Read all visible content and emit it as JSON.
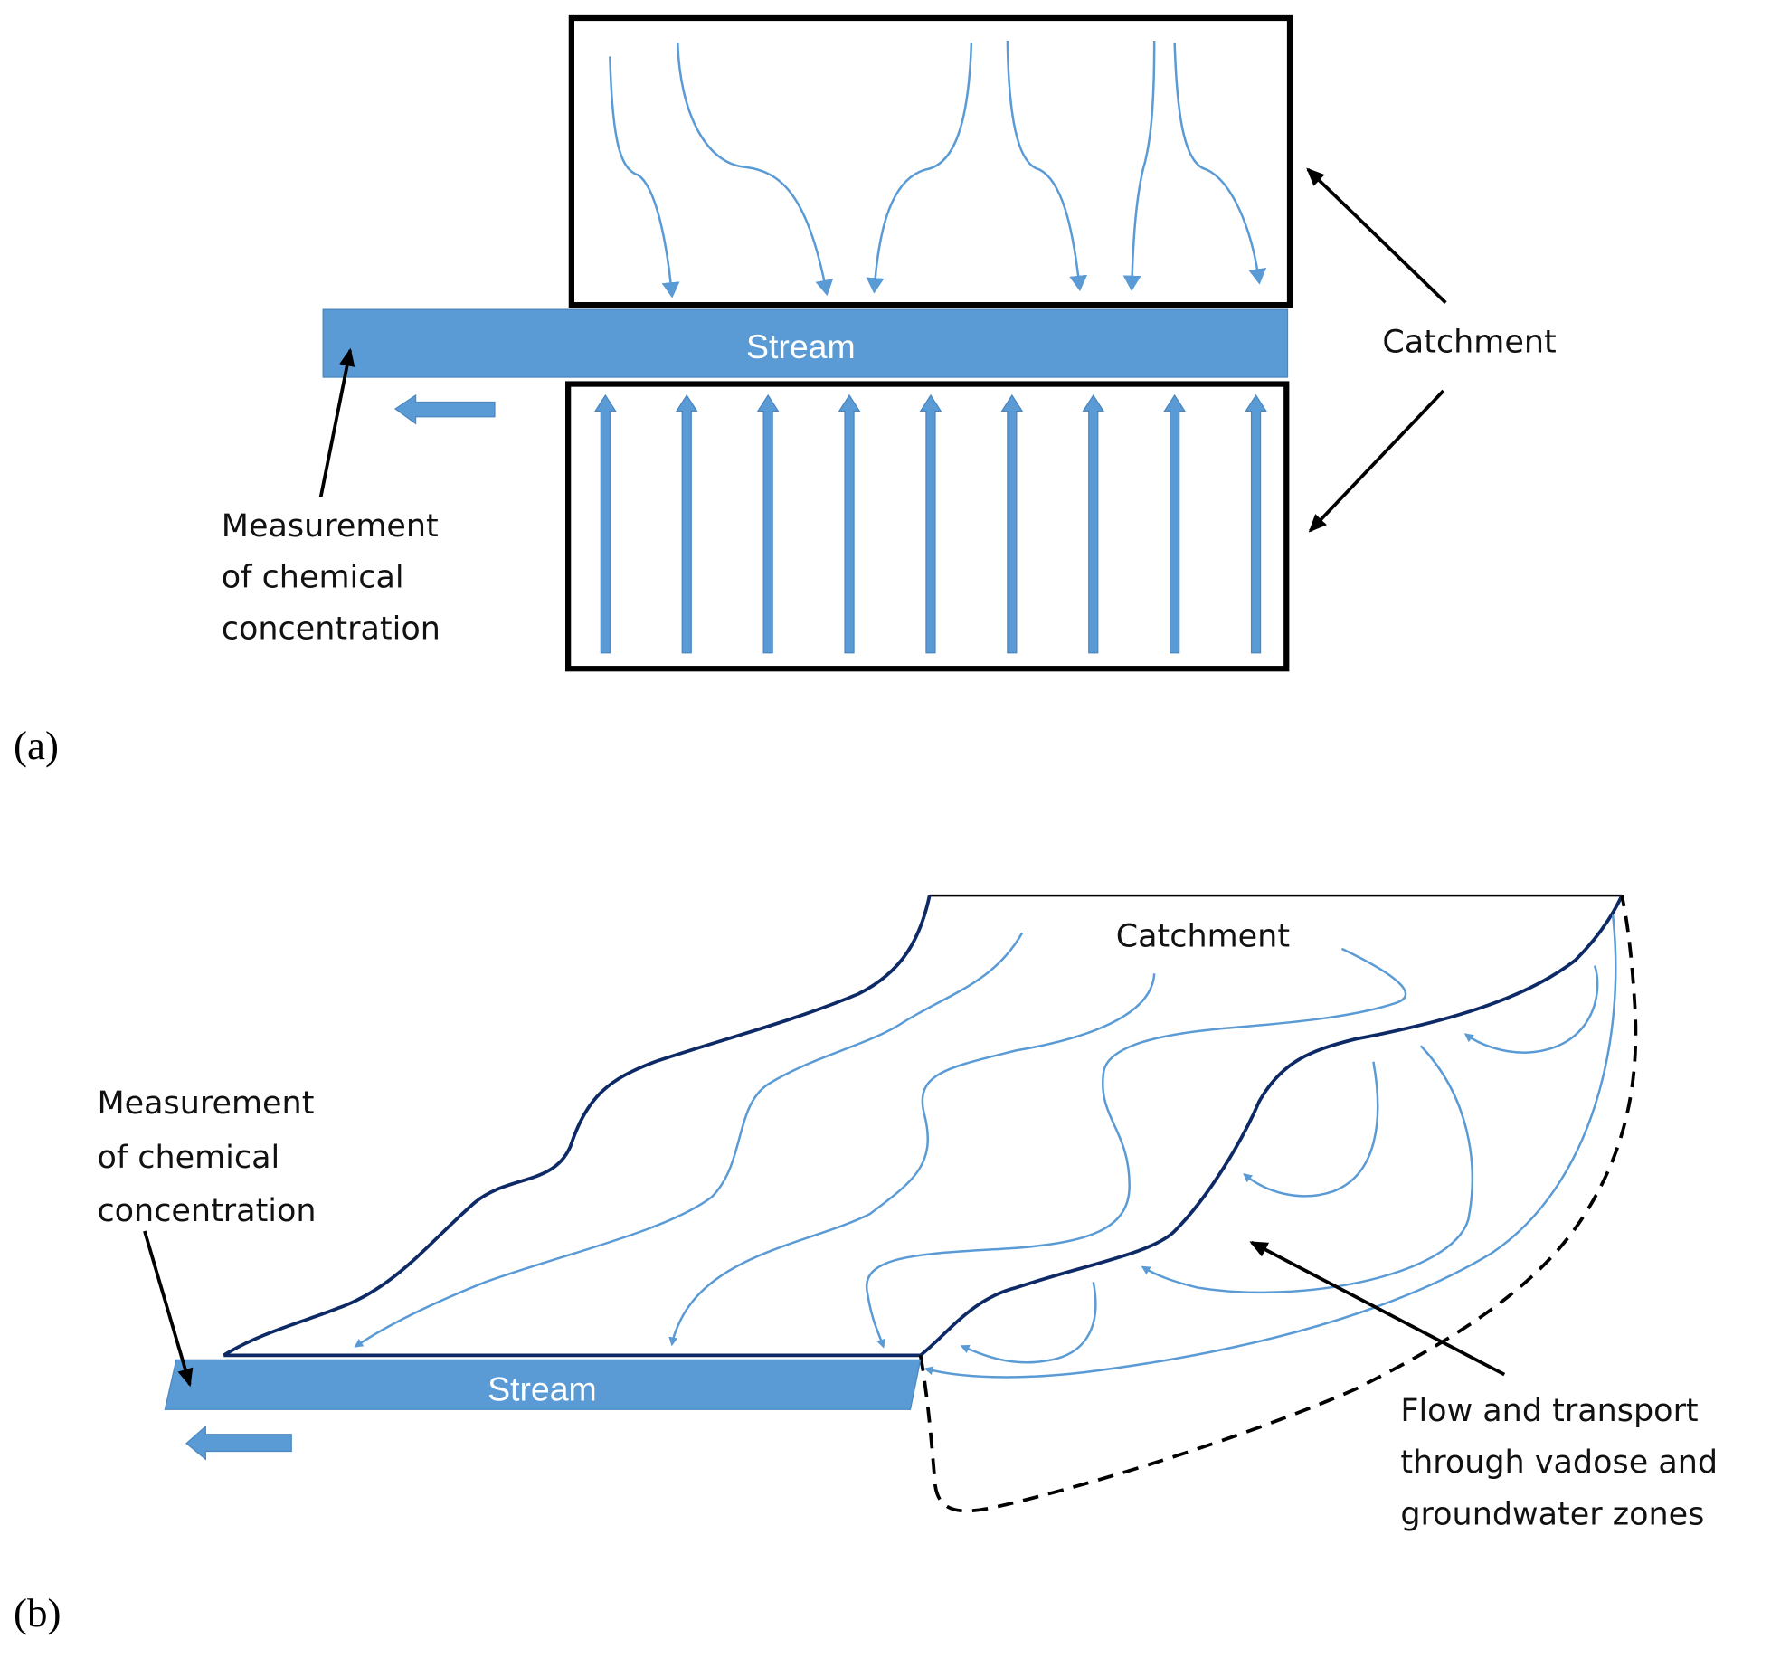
{
  "colors": {
    "stream": "#5b9bd5",
    "flow": "#5b9bd5",
    "ridge": "#0d2a66",
    "outline": "#000000"
  },
  "panel_a": {
    "panel_label": "(a)",
    "stream_label": "Stream",
    "catchment_label": "Catchment",
    "measurement_label": [
      "Measurement",
      "of chemical",
      "concentration"
    ],
    "upper_flow_arrows": 6,
    "lower_flow_arrows": 9
  },
  "panel_b": {
    "panel_label": "(b)",
    "stream_label": "Stream",
    "catchment_label": "Catchment",
    "measurement_label": [
      "Measurement",
      "of chemical",
      "concentration"
    ],
    "flow_label": [
      "Flow and transport",
      "through vadose and",
      "groundwater zones"
    ]
  }
}
